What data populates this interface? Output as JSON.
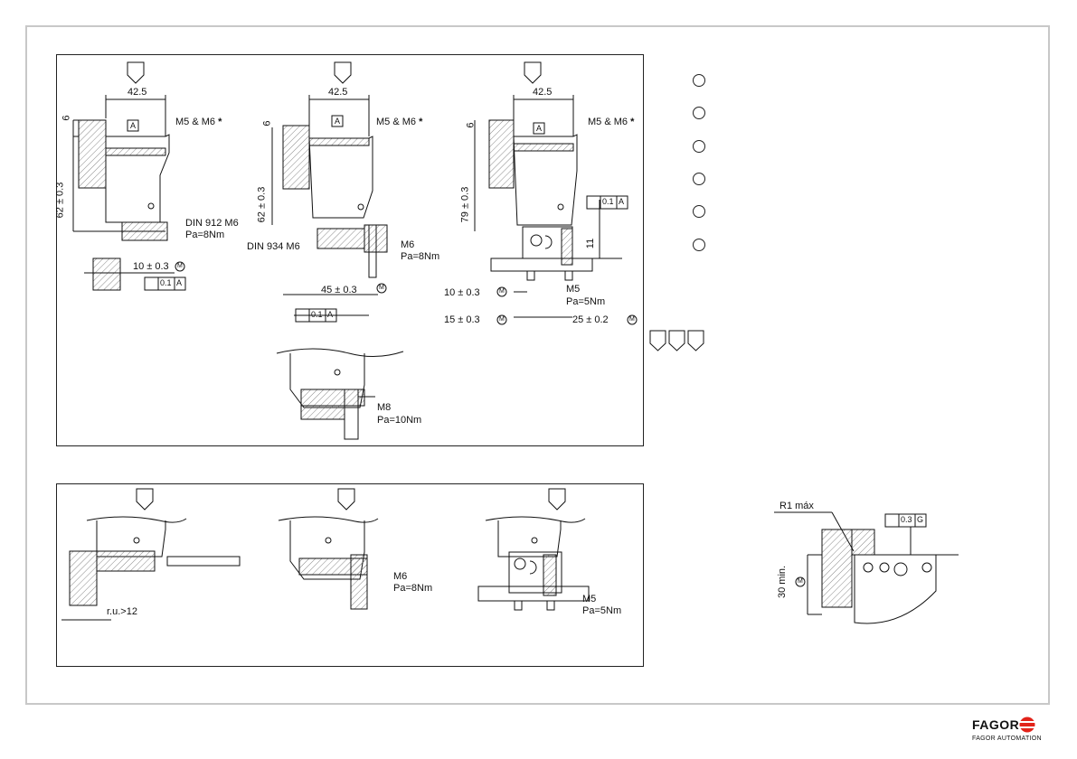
{
  "top_panel": {
    "dim_width": "42.5",
    "dim_six": "6",
    "datum_letter": "A",
    "screw_note": "M5 & M6",
    "asterisk": "*",
    "dim_height_left": "62 ± 0.3",
    "dim_height_right": "79 ± 0.3",
    "circled_m": "M",
    "din912": "DIN 912 M6",
    "din934": "DIN 934 M6",
    "torque_8": "Pa=8Nm",
    "torque_5": "Pa=5Nm",
    "torque_10": "Pa=10Nm",
    "m5": "M5",
    "m6": "M6",
    "m8": "M8",
    "dim_10": "10 ± 0.3",
    "dim_15": "15 ± 0.3",
    "dim_25": "25 ± 0.2",
    "dim_45": "45 ± 0.3",
    "dim_11": "11",
    "tol_value": "0.1",
    "tol_datum": "A"
  },
  "bottom_panel": {
    "ru_note": "r.u.>12",
    "m6": "M6",
    "torque_8": "Pa=8Nm",
    "m5": "M5",
    "torque_5": "Pa=5Nm"
  },
  "detail": {
    "radius": "R1 máx",
    "min_dim": "30 min.",
    "circled_m": "M",
    "tol_value": "0.3",
    "tol_datum": "G"
  },
  "brand": {
    "name": "FAGOR",
    "subtitle": "FAGOR AUTOMATION",
    "color": "#e2231a"
  }
}
